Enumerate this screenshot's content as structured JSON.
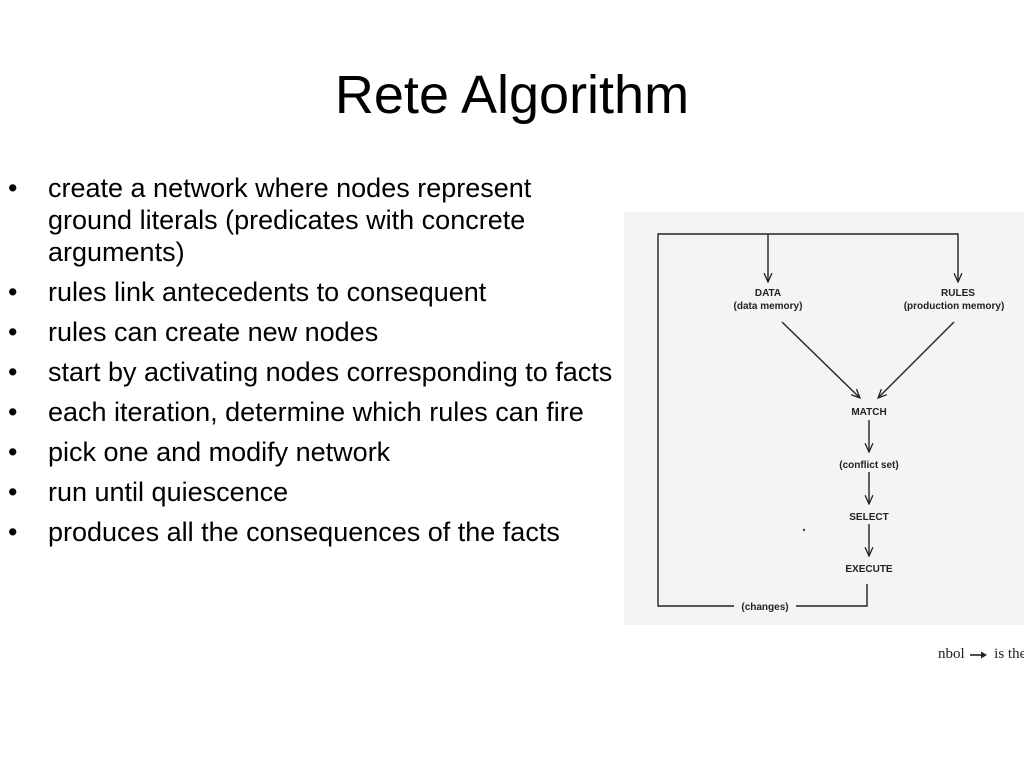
{
  "title": "Rete Algorithm",
  "bullets": [
    {
      "text": "create a network where nodes represent ground literals (predicates with concrete arguments)"
    },
    {
      "text": "rules link antecedents to consequent"
    },
    {
      "text": "rules can create new nodes"
    },
    {
      "text": "start by activating nodes corresponding to facts"
    },
    {
      "text": "each iteration, determine which rules can fire"
    },
    {
      "text": "pick one and modify network"
    },
    {
      "text": "run until quiescence"
    },
    {
      "text": "produces all the consequences of the facts"
    }
  ],
  "bullet_symbol": "•",
  "diagram": {
    "data_label": "DATA",
    "data_sublabel": "(data memory)",
    "rules_label": "RULES",
    "rules_sublabel": "(production memory)",
    "match_label": "MATCH",
    "conflict_label": "(conflict set)",
    "select_label": "SELECT",
    "execute_label": "EXECUTE",
    "changes_label": "(changes)"
  },
  "caption": {
    "left_text": "nbol",
    "right_text": "is the"
  }
}
